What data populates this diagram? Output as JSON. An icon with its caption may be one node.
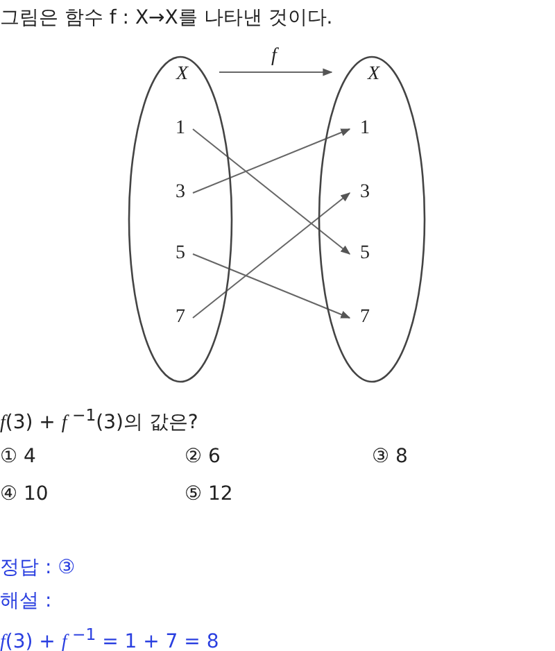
{
  "diagram": {
    "title": "그림은 함수 f : X→X를 나타낸 것이다.",
    "nodes": [
      {
        "text": [
          "X"
        ]
      },
      {
        "text": [
          "X"
        ]
      },
      {
        "text": [
          "1"
        ],
        "in": 0
      },
      {
        "text": [
          "3"
        ],
        "in": 0
      },
      {
        "text": [
          "5"
        ],
        "in": 0
      },
      {
        "text": [
          "7"
        ],
        "in": 0
      },
      {
        "text": [
          "1"
        ],
        "in": 1
      },
      {
        "text": [
          "3"
        ],
        "in": 1
      },
      {
        "text": [
          "5"
        ],
        "in": 1
      },
      {
        "text": [
          "7"
        ],
        "in": 1
      }
    ],
    "edges": [
      {
        "from": 0,
        "to": 1,
        "arrow": "to",
        "label": "f"
      },
      {
        "from": 2,
        "to": 8,
        "arrow": "to"
      },
      {
        "from": 3,
        "to": 6,
        "arrow": "to"
      },
      {
        "from": 4,
        "to": 9,
        "arrow": "to"
      },
      {
        "from": 5,
        "to": 7,
        "arrow": "to"
      }
    ],
    "labels": [
      "*f*(3) + *f*$^{ −1}$(3)의 값은?",
      "① 4",
      "② 6",
      "③ 8",
      "④ 10",
      "⑤ 12",
      "정답 : ③",
      "해설 :",
      "*f*(3) + *f*$^{ −1}$ = 1 + 7 = 8"
    ]
  }
}
